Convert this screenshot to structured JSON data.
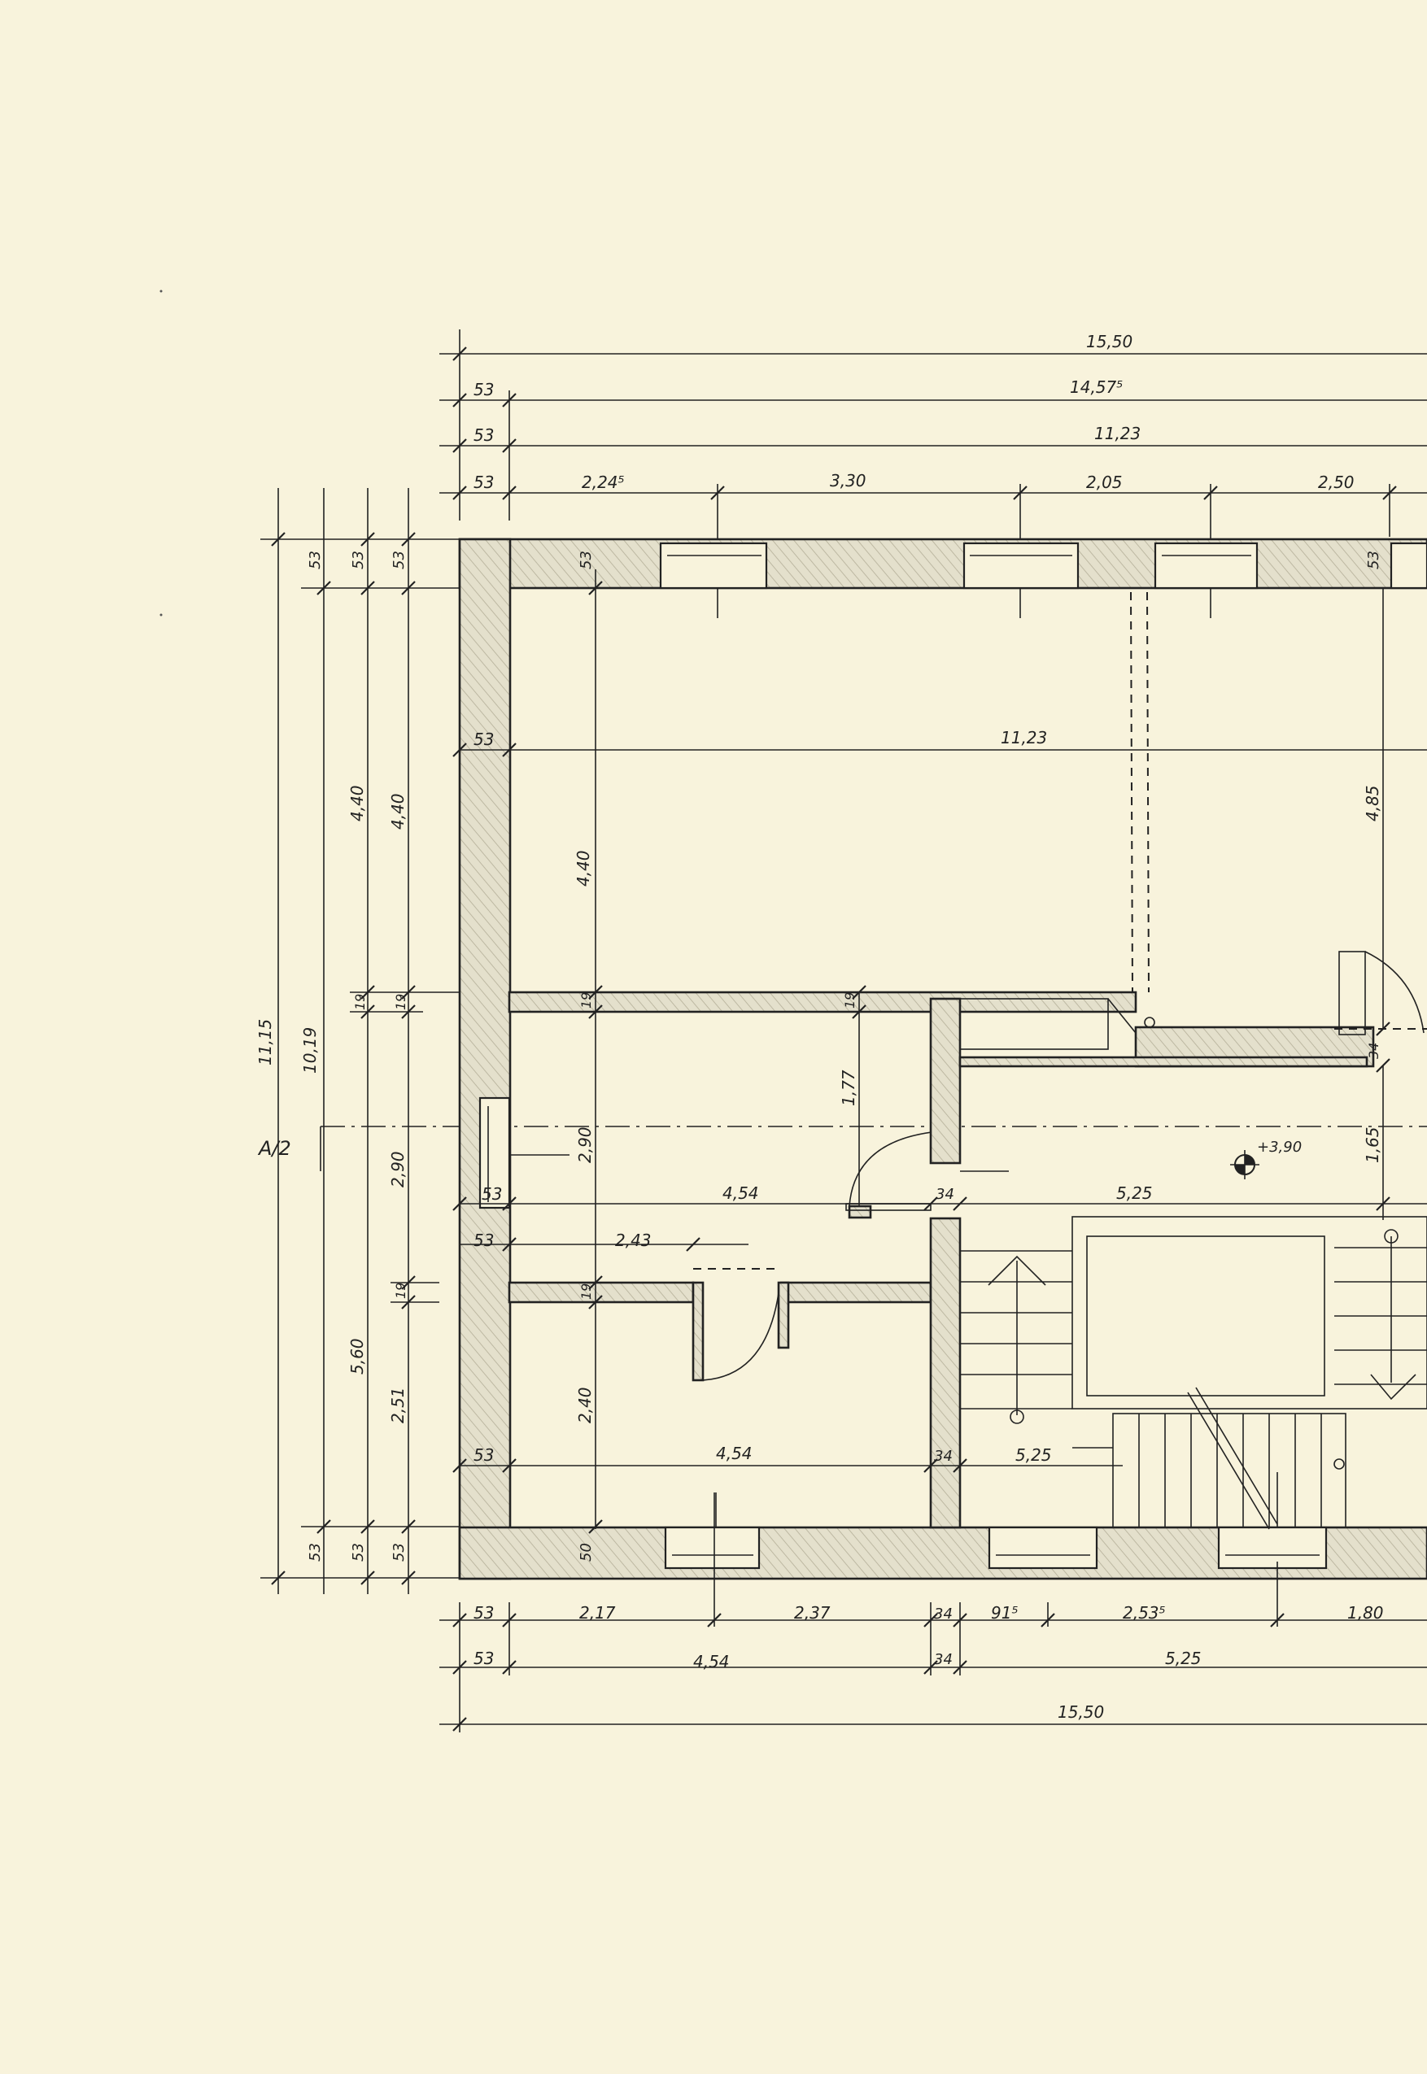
{
  "sheet": {
    "section_marker": "A/2",
    "colors": {
      "paper": "#f8f3dc",
      "ink": "#222222",
      "wall_fill": "#e4e0cc"
    },
    "dimensions_top": {
      "row1": {
        "total": "15,50"
      },
      "row2": {
        "wall": "53",
        "length": "14,57⁵"
      },
      "row3": {
        "wall": "53",
        "length": "11,23"
      },
      "row4": {
        "wall": "53",
        "s1": "2,24⁵",
        "s2": "3,30",
        "s3": "2,05",
        "s4": "2,50"
      }
    },
    "dimensions_left": {
      "outer_total": "11,15",
      "inner_total": "10,19",
      "c1_top": "53",
      "c1_a": "4,40",
      "c1_b": "19",
      "c1_c": "5,60",
      "c1_bottom": "53",
      "c2_top": "53",
      "c2_a": "4,40",
      "c2_b": "19",
      "c2_c": "2,90",
      "c2_d": "19",
      "c2_e": "2,51",
      "c2_bottom": "53",
      "c3_top": "53",
      "c3_b": "19",
      "c3_d": "19",
      "c3_bottom": "53"
    },
    "dimensions_interior": {
      "top_wall": "53",
      "room1_width": "11,23",
      "room1_wall": "53",
      "room1_height": "4,40",
      "room_right_height": "4,85",
      "wall_19_a": "19",
      "wall_19_b": "19",
      "corridor_height": "1,77",
      "mid_height": "2,90",
      "mid_wall": "53",
      "mid_width": "4,54",
      "mid_wall_34": "34",
      "stair_width": "5,25",
      "wall_19_c": "19",
      "door_width": "2,43",
      "wall_53_c": "53",
      "lower_height": "2,40",
      "lower_wall": "53",
      "lower_width": "4,54",
      "lower_wall_34": "34",
      "stair_width_lower": "5,25",
      "bottom_wall": "50",
      "right_wall_34": "34",
      "landing_height": "1,65",
      "right_top_wall": "53",
      "level_mark": "+3,90"
    },
    "dimensions_bottom": {
      "row1": {
        "wall": "53",
        "s1": "2,17",
        "s2": "2,37",
        "w": "34",
        "s3": "91⁵",
        "s4": "2,53⁵",
        "s5": "1,80"
      },
      "row2": {
        "wall": "53",
        "s1": "4,54",
        "w": "34",
        "s2": "5,25"
      },
      "row3": {
        "total": "15,50"
      }
    }
  }
}
